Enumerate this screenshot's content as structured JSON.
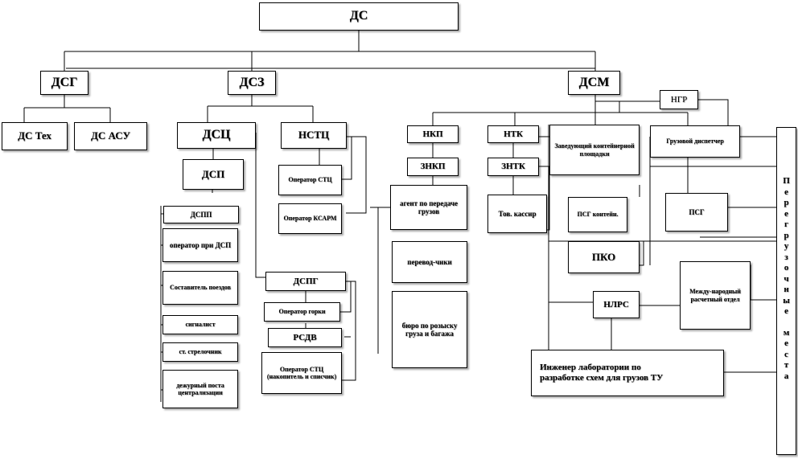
{
  "org": {
    "ds": "ДС",
    "dsg": "ДСГ",
    "dsz": "ДСЗ",
    "dsm": "ДСМ",
    "ds_teh": "ДС Тех",
    "ds_asu": "ДС АСУ",
    "dsc": "ДСЦ",
    "nstc": "НСТЦ",
    "dsp": "ДСП",
    "dspp": "ДСПП",
    "operator_dsp": "оператор при ДСП",
    "sostavitel": "Составитель поездов",
    "signalist": "сигналист",
    "strelochnik": "ст. стрелочник",
    "dezhurny_posta": "дежурный поста централизации",
    "operator_stc": "Оператор СТЦ",
    "operator_ksarm": "Оператор КСАРМ",
    "dspg": "ДСПГ",
    "operator_gorki": "Оператор горки",
    "rsdv": "РСДВ",
    "operator_stc2": "Оператор СТЦ (накопитель и списчик)",
    "nkp": "НКП",
    "znkp": "ЗНКП",
    "agent": "агент по передаче грузов",
    "perevodchiki": "перевод-чики",
    "byuro": "бюро по розыску груза и багажа",
    "ntk": "НТК",
    "zntk": "ЗНТК",
    "tov_kassir": "Тов. кассир",
    "zaveduyushchiy": "Заведующий контейнерной площадки",
    "psg_kont": "ПСГ контейн.",
    "pko": "ПКО",
    "nlrs": "НЛРС",
    "inzhener_line1": "Инженер лаборатории по",
    "inzhener_line2": "разработке схем для грузов ТУ",
    "ngr": "НГР",
    "gruzovoy": "Грузовой диспетчер",
    "psg": "ПСГ",
    "mezhdunarodny": "Между-народный расчетный отдел",
    "peregruzochnye_1": "Перегрузочные",
    "peregruzochnye_2": "места"
  }
}
